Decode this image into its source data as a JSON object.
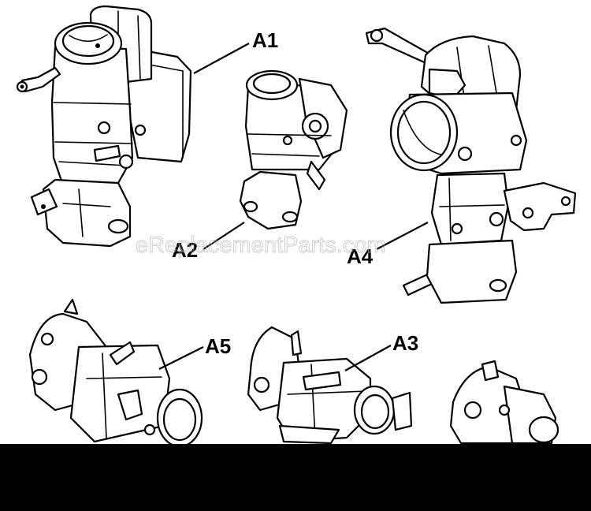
{
  "callouts": {
    "a1": "A1",
    "a2": "A2",
    "a3": "A3",
    "a4": "A4",
    "a5": "A5"
  },
  "watermark": "eReplacementParts.com",
  "colors": {
    "line": "#000000",
    "background": "#ffffff",
    "watermark": "#b8b8b8",
    "bottom_bar": "#000000"
  }
}
